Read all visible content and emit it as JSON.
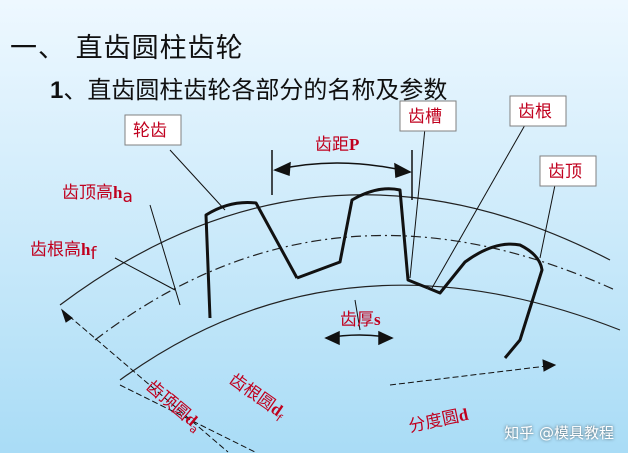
{
  "heading": {
    "main": "一、 直齿圆柱齿轮",
    "sub_number": "1",
    "sub_text": "、直齿圆柱齿轮各部分的名称及参数"
  },
  "labels": {
    "gear_tooth": "轮齿",
    "pitch": "齿距",
    "pitch_symbol": "P",
    "tooth_space": "齿槽",
    "dedendum_part": "齿根",
    "addendum_part": "齿顶",
    "addendum_height": "齿顶高",
    "addendum_height_symbol": "h",
    "addendum_height_sub": "a",
    "dedendum_height": "齿根高",
    "dedendum_height_symbol": "h",
    "dedendum_height_sub": "f",
    "tooth_thickness": "齿厚",
    "tooth_thickness_symbol": "s",
    "tip_circle": "齿顶圆",
    "tip_circle_symbol": "d",
    "tip_circle_sub": "a",
    "root_circle": "齿根圆",
    "root_circle_symbol": "d",
    "root_circle_sub": "f",
    "pitch_circle": "分度圆",
    "pitch_circle_symbol": "d"
  },
  "watermark": "知乎 @模具教程",
  "colors": {
    "label_text": "#c0001e",
    "gear_line": "#111111",
    "background_top": "#eef8ff",
    "background_bottom": "#a9dcf6"
  }
}
